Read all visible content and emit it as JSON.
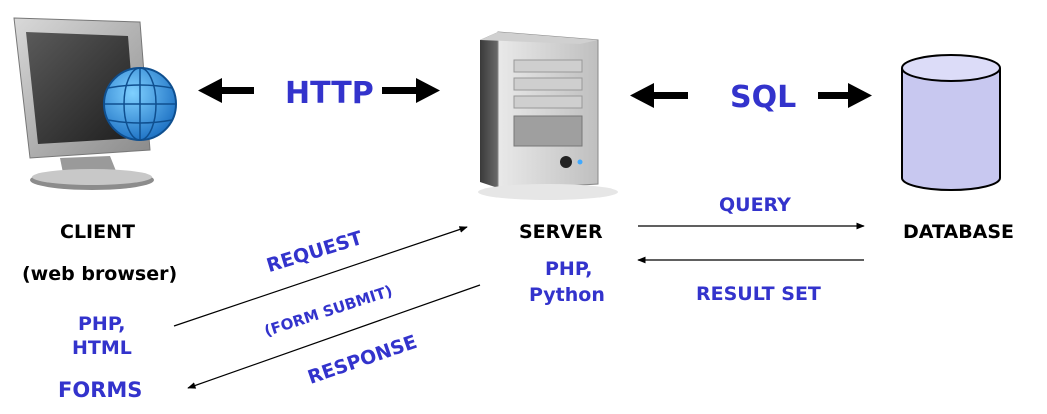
{
  "colors": {
    "label_blue": "#3333cc",
    "label_black": "#000000",
    "arrow": "#000000"
  },
  "nodes": {
    "client": {
      "title": "CLIENT",
      "subtitle": "(web browser)",
      "icon": "computer-monitor-globe-icon"
    },
    "server": {
      "title": "SERVER",
      "tech": [
        "PHP,",
        "Python"
      ],
      "icon": "server-tower-icon"
    },
    "database": {
      "title": "DATABASE",
      "icon": "database-cylinder-icon"
    }
  },
  "protocols": {
    "http": "HTTP",
    "sql": "SQL"
  },
  "flows": {
    "request": "REQUEST",
    "form_submit": "(FORM SUBMIT)",
    "response": "RESPONSE",
    "query": "QUERY",
    "result_set": "RESULT SET"
  },
  "client_tech": [
    "PHP,",
    "HTML"
  ],
  "forms_label": "FORMS"
}
